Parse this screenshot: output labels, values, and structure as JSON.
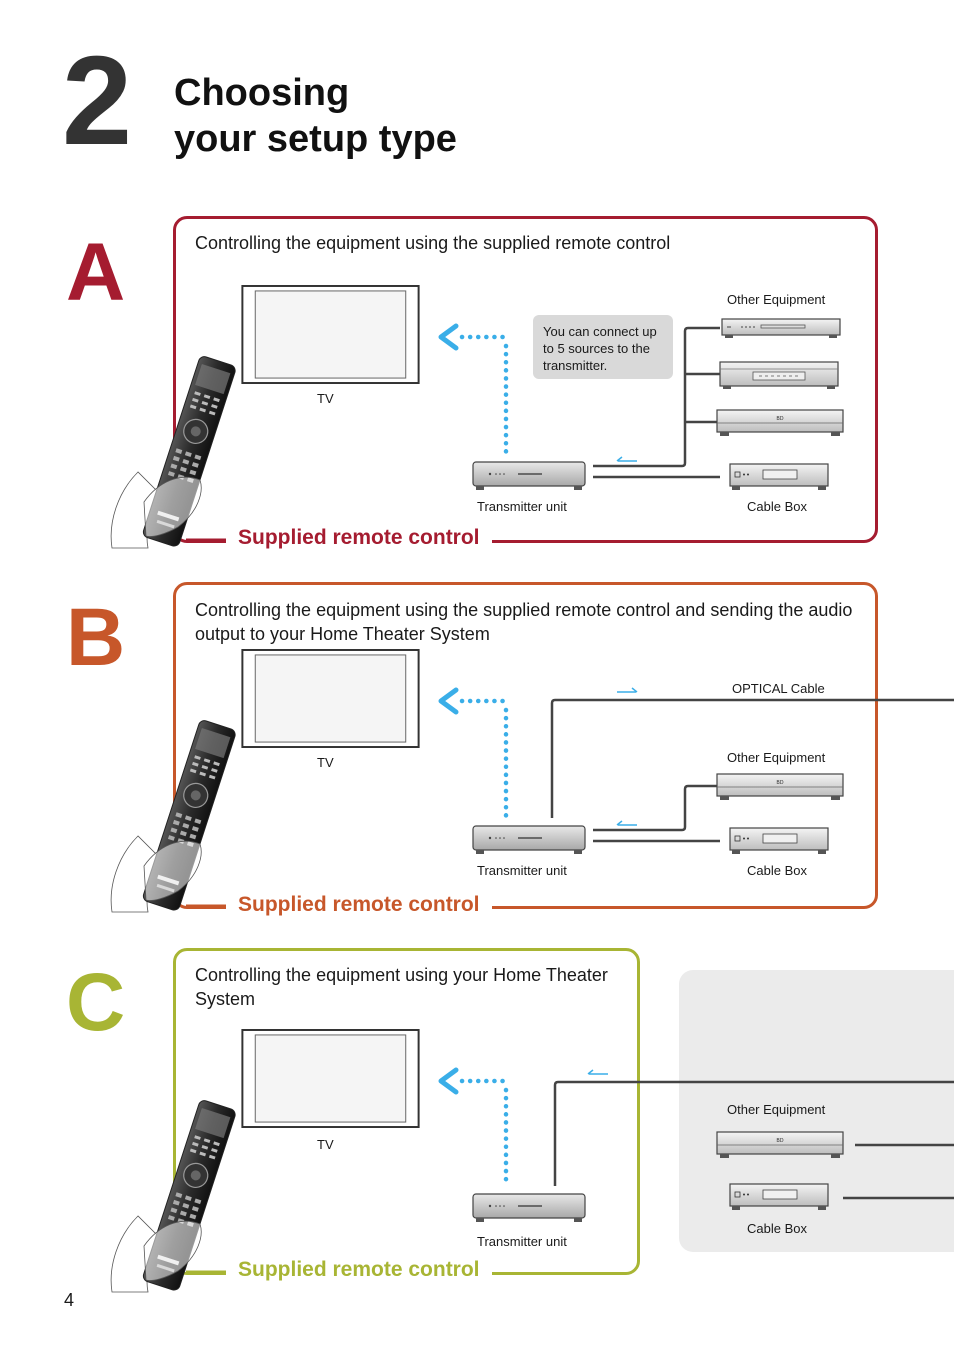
{
  "header": {
    "step_number": "2",
    "title_line1": "Choosing",
    "title_line2": "your setup type"
  },
  "colors": {
    "A": "#a51c30",
    "B": "#c7572a",
    "C": "#a8b534",
    "ir_dots": "#3aaee8",
    "cable": "#444444"
  },
  "section_a": {
    "letter": "A",
    "description": "Controlling the equipment using the supplied remote control",
    "tv_label": "TV",
    "transmitter_label": "Transmitter unit",
    "other_equipment_label": "Other Equipment",
    "cable_box_label": "Cable Box",
    "note": "You can connect up to 5 sources to the transmitter.",
    "remote_label": "Supplied remote control"
  },
  "section_b": {
    "letter": "B",
    "description": "Controlling the equipment using the supplied remote control and sending the audio output to your Home Theater System",
    "tv_label": "TV",
    "transmitter_label": "Transmitter unit",
    "optical_label": "OPTICAL Cable",
    "other_equipment_label": "Other Equipment",
    "cable_box_label": "Cable Box",
    "remote_label": "Supplied remote control"
  },
  "section_c": {
    "letter": "C",
    "description": "Controlling the equipment using your Home Theater System",
    "tv_label": "TV",
    "transmitter_label": "Transmitter unit",
    "other_equipment_label": "Other Equipment",
    "cable_box_label": "Cable Box",
    "remote_label": "Supplied remote control"
  },
  "icons": [
    "tv-icon",
    "remote-control-icon",
    "transmitter-icon",
    "blu-ray-player-icon",
    "cable-box-icon",
    "ir-signal-arrow-icon",
    "signal-direction-arrow-icon"
  ],
  "page_number": "4"
}
